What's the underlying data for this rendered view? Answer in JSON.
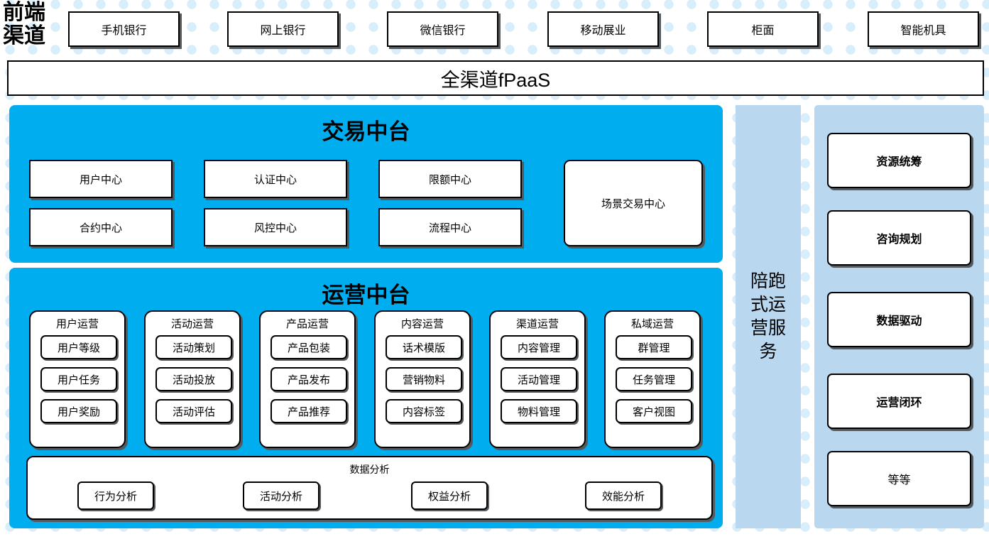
{
  "theme": {
    "accent_blue": "#00AEEF",
    "light_blue": "#b9d7ef",
    "dot_blue": "#d8eefb",
    "card_bg": "#ffffff",
    "border": "#000000"
  },
  "channels": {
    "label": "前端\n渠道",
    "label_line1": "前端",
    "label_line2": "渠道",
    "items": [
      {
        "label": "手机银行"
      },
      {
        "label": "网上银行"
      },
      {
        "label": "微信银行"
      },
      {
        "label": "移动展业"
      },
      {
        "label": "柜面"
      },
      {
        "label": "智能机具"
      }
    ]
  },
  "platform_bar": {
    "label": "全渠道fPaaS"
  },
  "trade_platform": {
    "title": "交易中台",
    "cards": [
      {
        "label": "用户中心"
      },
      {
        "label": "认证中心"
      },
      {
        "label": "限额中心"
      },
      {
        "label": "合约中心"
      },
      {
        "label": "风控中心"
      },
      {
        "label": "流程中心"
      }
    ],
    "scene_card": {
      "label": "场景交易中心"
    }
  },
  "ops_platform": {
    "title": "运营中台",
    "groups": [
      {
        "title": "用户运营",
        "items": [
          "用户等级",
          "用户任务",
          "用户奖励"
        ]
      },
      {
        "title": "活动运营",
        "items": [
          "活动策划",
          "活动投放",
          "活动评估"
        ]
      },
      {
        "title": "产品运营",
        "items": [
          "产品包装",
          "产品发布",
          "产品推荐"
        ]
      },
      {
        "title": "内容运营",
        "items": [
          "话术模版",
          "营销物料",
          "内容标签"
        ]
      },
      {
        "title": "渠道运营",
        "items": [
          "内容管理",
          "活动管理",
          "物料管理"
        ]
      },
      {
        "title": "私域运营",
        "items": [
          "群管理",
          "任务管理",
          "客户视图"
        ]
      }
    ],
    "analysis": {
      "title": "数据分析",
      "items": [
        "行为分析",
        "活动分析",
        "权益分析",
        "效能分析"
      ]
    }
  },
  "coaching_column": {
    "label": "陪跑式运营服务"
  },
  "service_column": {
    "cards": [
      {
        "label": "资源统筹",
        "bold": true
      },
      {
        "label": "咨询规划",
        "bold": true
      },
      {
        "label": "数据驱动",
        "bold": true
      },
      {
        "label": "运营闭环",
        "bold": true
      },
      {
        "label": "等等",
        "bold": false
      }
    ]
  }
}
